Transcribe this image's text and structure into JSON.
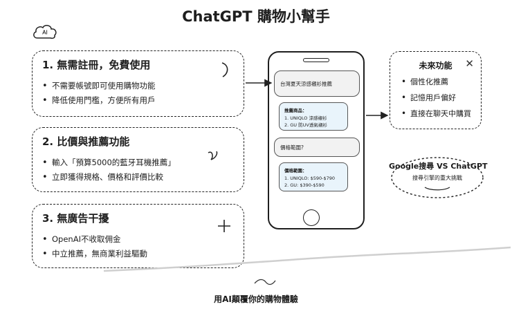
{
  "title": "ChatGPT 購物小幫手",
  "logo": {
    "text": "AI"
  },
  "cards": [
    {
      "heading": "1. 無需註冊，免費使用",
      "items": [
        "不需要帳號即可使用購物功能",
        "降低使用門檻，方便所有用戶"
      ]
    },
    {
      "heading": "2. 比價與推薦功能",
      "items": [
        "輸入「預算5000的藍牙耳機推薦」",
        "立即獲得規格、價格和評價比較"
      ]
    },
    {
      "heading": "3. 無廣告干擾",
      "items": [
        "OpenAI不收取佣金",
        "中立推薦，無商業利益驅動"
      ]
    }
  ],
  "phone": {
    "q1": "台灣夏天涼感襯衫推薦",
    "a1": {
      "heading": "推薦商品：",
      "lines": [
        "1. UNIQLO 涼感襯衫",
        "2. GU 防UV透氣襯衫"
      ]
    },
    "q2": "價格範圍?",
    "a2": {
      "heading": "價格範圍：",
      "lines": [
        "1. UNIQLO: $590-$790",
        "2. GU: $390-$590"
      ]
    }
  },
  "future": {
    "heading": "未來功能",
    "items": [
      "個性化推薦",
      "記憶用戶偏好",
      "直接在聊天中購買"
    ]
  },
  "compare": {
    "title": "Google搜尋 VS ChatGPT",
    "subtitle": "搜尋引擎的重大挑戰"
  },
  "footer": "用AI顛覆你的購物體驗"
}
